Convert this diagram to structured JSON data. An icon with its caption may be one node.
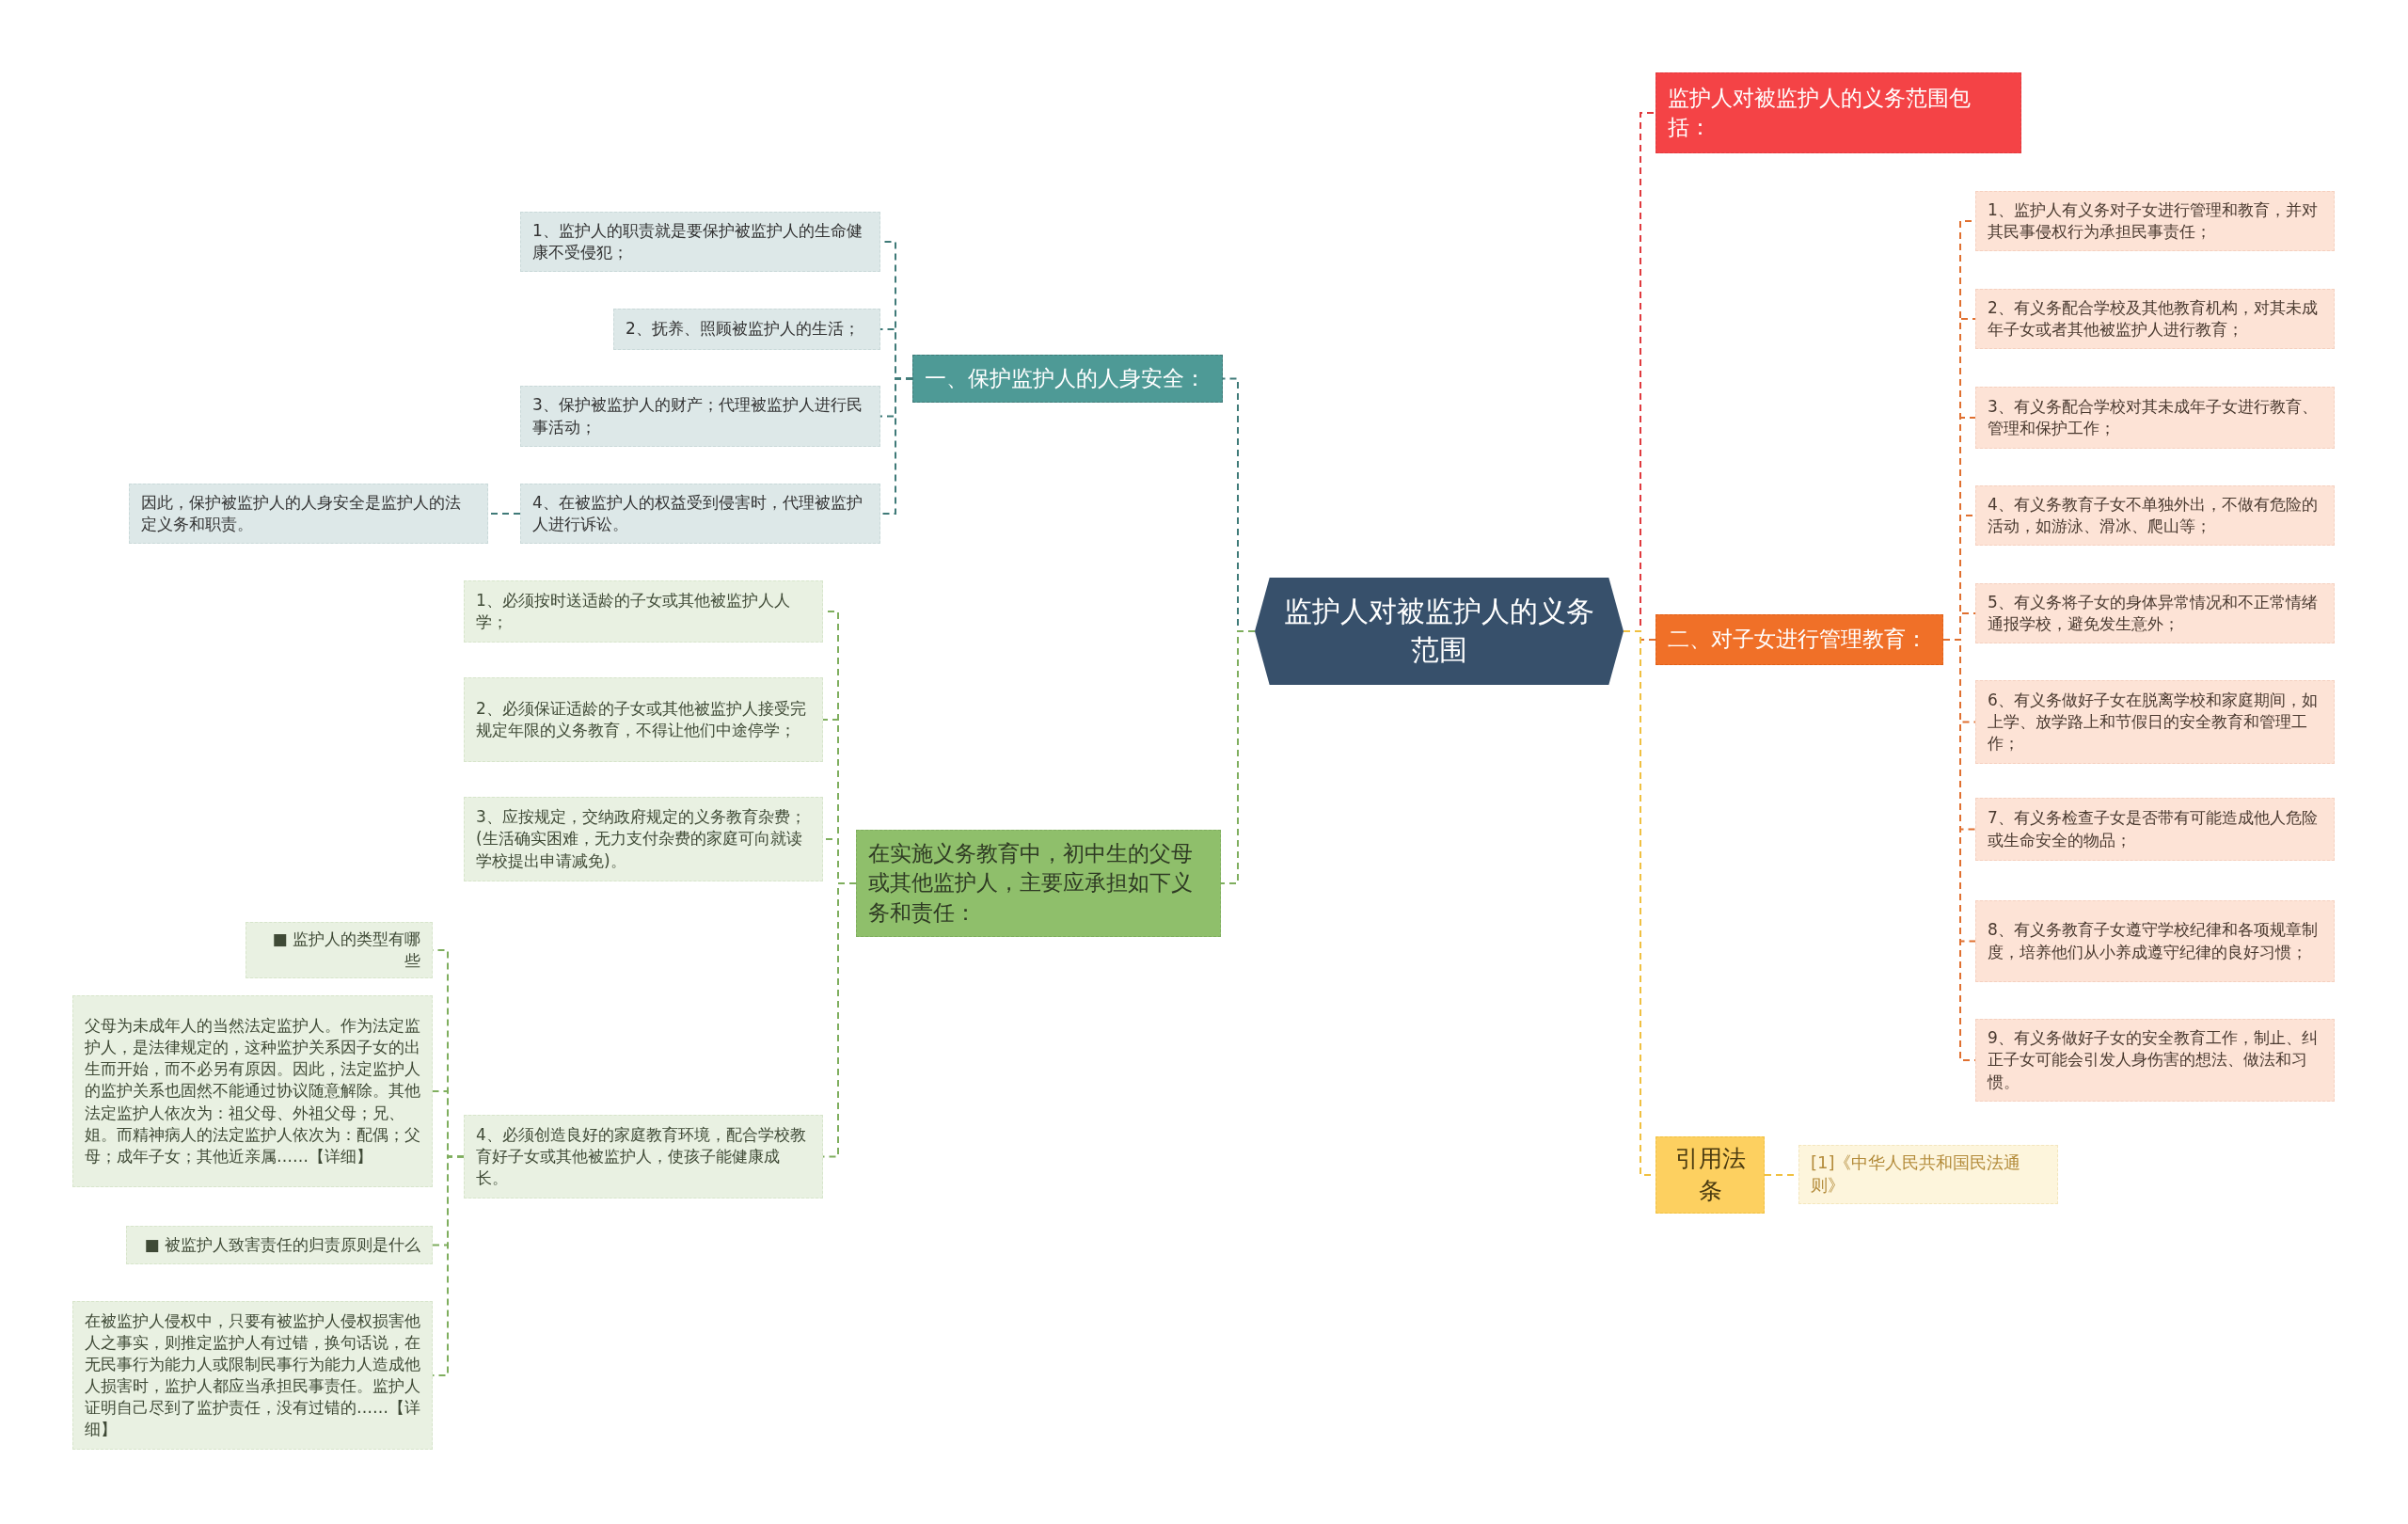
{
  "diagram": {
    "nodes": [
      {
        "text": [
          "监护人对被监护人的义务范围"
        ]
      },
      {
        "text": [
          "一、保护监护人的人身安全："
        ]
      },
      {
        "text": [
          "1、监护人的职责就是要保护被监护人的生命健康不受侵犯；"
        ]
      },
      {
        "text": [
          "2、抚养、照顾被监护人的生活；"
        ]
      },
      {
        "text": [
          "3、保护被监护人的财产；代理被监护人进行民事活动；"
        ]
      },
      {
        "text": [
          "4、在被监护人的权益受到侵害时，代理被监护人进行诉讼。"
        ]
      },
      {
        "text": [
          "因此，保护被监护人的人身安全是监护人的法定义务和职责。"
        ]
      },
      {
        "text": [
          "在实施义务教育中，初中生的父母或其他监护人，主要应承担如下义务和责任："
        ]
      },
      {
        "text": [
          "1、必须按时送适龄的子女或其他被监护人人学；"
        ]
      },
      {
        "text": [
          "2、必须保证适龄的子女或其他被监护人接受完规定年限的义务教育，不得让他们中途停学；"
        ]
      },
      {
        "text": [
          "3、应按规定，交纳政府规定的义务教育杂费；(生活确实困难，无力支付杂费的家庭可向就读学校提出申请减免)。"
        ]
      },
      {
        "text": [
          "4、必须创造良好的家庭教育环境，配合学校教育好子女或其他被监护人，使孩子能健康成长。"
        ]
      },
      {
        "text": [
          "■ 监护人的类型有哪些"
        ]
      },
      {
        "text": [
          "父母为未成年人的当然法定监护人。作为法定监护人，是法律规定的，这种监护关系因子女的出生而开始，而不必另有原因。因此，法定监护人的监护关系也固然不能通过协议随意解除。其他法定监护人依次为：祖父母、外祖父母；兄、姐。而精神病人的法定监护人依次为：配偶；父母；成年子女；其他近亲属……【详细】"
        ]
      },
      {
        "text": [
          "■ 被监护人致害责任的归责原则是什么"
        ]
      },
      {
        "text": [
          "在被监护人侵权中，只要有被监护人侵权损害他人之事实，则推定监护人有过错，换句话说，在无民事行为能力人或限制民事行为能力人造成他人损害时，监护人都应当承担民事责任。监护人证明自己尽到了监护责任，没有过错的……【详细】"
        ]
      },
      {
        "text": [
          "监护人对被监护人的义务范围包括："
        ]
      },
      {
        "text": [
          "二、对子女进行管理教育："
        ]
      },
      {
        "text": [
          "1、监护人有义务对子女进行管理和教育，并对其民事侵权行为承担民事责任；"
        ]
      },
      {
        "text": [
          "2、有义务配合学校及其他教育机构，对其未成年子女或者其他被监护人进行教育；"
        ]
      },
      {
        "text": [
          "3、有义务配合学校对其未成年子女进行教育、管理和保护工作；"
        ]
      },
      {
        "text": [
          "4、有义务教育子女不单独外出，不做有危险的活动，如游泳、滑冰、爬山等；"
        ]
      },
      {
        "text": [
          "5、有义务将子女的身体异常情况和不正常情绪通报学校，避免发生意外；"
        ]
      },
      {
        "text": [
          "6、有义务做好子女在脱离学校和家庭期间，如上学、放学路上和节假日的安全教育和管理工作；"
        ]
      },
      {
        "text": [
          "7、有义务检查子女是否带有可能造成他人危险或生命安全的物品；"
        ]
      },
      {
        "text": [
          "8、有义务教育子女遵守学校纪律和各项规章制度，培养他们从小养成遵守纪律的良好习惯；"
        ]
      },
      {
        "text": [
          "9、有义务做好子女的安全教育工作，制止、纠正子女可能会引发人身伤害的想法、做法和习惯。"
        ]
      },
      {
        "text": [
          "引用法条"
        ]
      },
      {
        "text": [
          "[1]《中华人民共和国民法通则》"
        ]
      }
    ],
    "edges": [
      {
        "from": 0,
        "to": 1,
        "arrow": "none",
        "color": "#3f7a78"
      },
      {
        "from": 1,
        "to": 2,
        "arrow": "none",
        "color": "#3f7a78"
      },
      {
        "from": 1,
        "to": 3,
        "arrow": "none",
        "color": "#3f7a78"
      },
      {
        "from": 1,
        "to": 4,
        "arrow": "none",
        "color": "#3f7a78"
      },
      {
        "from": 1,
        "to": 5,
        "arrow": "none",
        "color": "#3f7a78"
      },
      {
        "from": 5,
        "to": 6,
        "arrow": "none",
        "color": "#3f7a78"
      },
      {
        "from": 0,
        "to": 7,
        "arrow": "none",
        "color": "#7fae5e"
      },
      {
        "from": 7,
        "to": 8,
        "arrow": "none",
        "color": "#7fae5e"
      },
      {
        "from": 7,
        "to": 9,
        "arrow": "none",
        "color": "#7fae5e"
      },
      {
        "from": 7,
        "to": 10,
        "arrow": "none",
        "color": "#7fae5e"
      },
      {
        "from": 7,
        "to": 11,
        "arrow": "none",
        "color": "#7fae5e"
      },
      {
        "from": 11,
        "to": 12,
        "arrow": "none",
        "color": "#7fae5e"
      },
      {
        "from": 11,
        "to": 13,
        "arrow": "none",
        "color": "#7fae5e"
      },
      {
        "from": 11,
        "to": 14,
        "arrow": "none",
        "color": "#7fae5e"
      },
      {
        "from": 11,
        "to": 15,
        "arrow": "none",
        "color": "#7fae5e"
      },
      {
        "from": 0,
        "to": 16,
        "arrow": "none",
        "color": "#e03a3d"
      },
      {
        "from": 0,
        "to": 17,
        "arrow": "none"
      },
      {
        "from": 17,
        "to": 18,
        "arrow": "none"
      },
      {
        "from": 17,
        "to": 19,
        "arrow": "none"
      },
      {
        "from": 17,
        "to": 20,
        "arrow": "none"
      },
      {
        "from": 17,
        "to": 21,
        "arrow": "none"
      },
      {
        "from": 17,
        "to": 22,
        "arrow": "none"
      },
      {
        "from": 17,
        "to": 23,
        "arrow": "none"
      },
      {
        "from": 17,
        "to": 24,
        "arrow": "none"
      },
      {
        "from": 17,
        "to": 25,
        "arrow": "none"
      },
      {
        "from": 17,
        "to": 26,
        "arrow": "none"
      },
      {
        "from": 0,
        "to": 27,
        "arrow": "none",
        "color": "#f0c040"
      },
      {
        "from": 27,
        "to": 28,
        "arrow": "none",
        "color": "#f0c040"
      }
    ]
  }
}
